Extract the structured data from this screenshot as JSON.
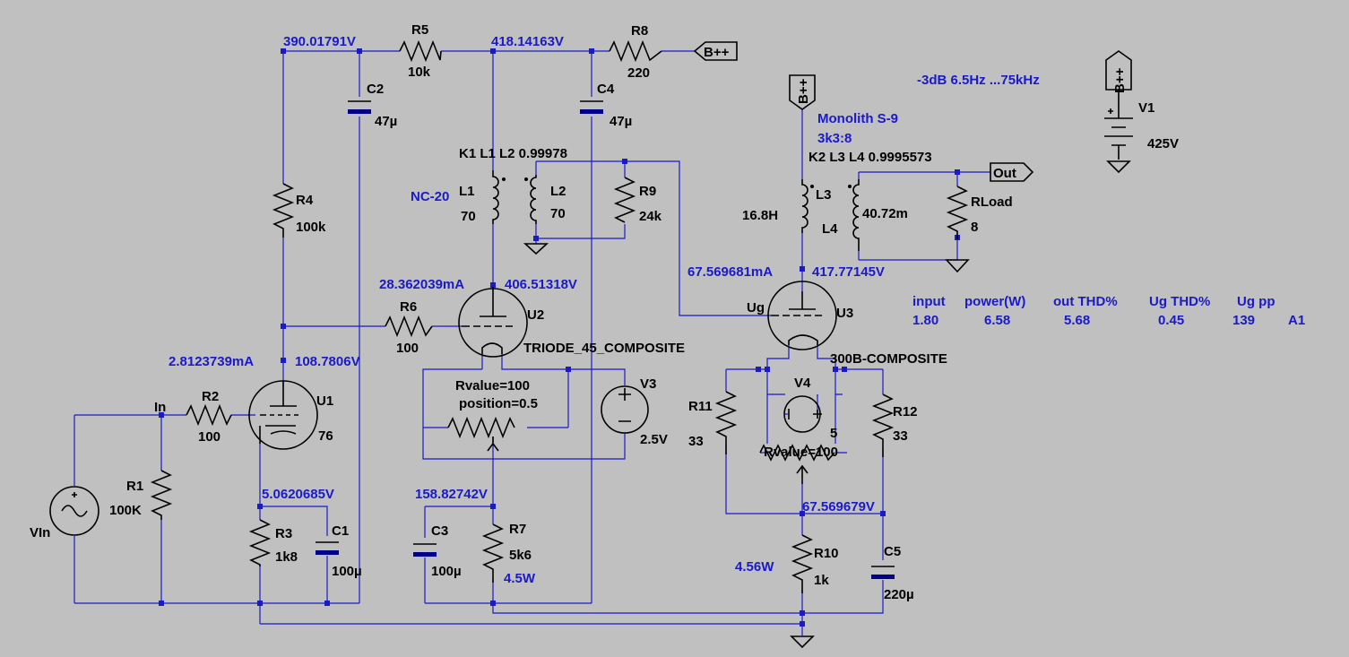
{
  "components": {
    "R1": {
      "name": "R1",
      "value": "100K"
    },
    "R2": {
      "name": "R2",
      "value": "100"
    },
    "R3": {
      "name": "R3",
      "value": "1k8"
    },
    "R4": {
      "name": "R4",
      "value": "100k"
    },
    "R5": {
      "name": "R5",
      "value": "10k"
    },
    "R6": {
      "name": "R6",
      "value": "100"
    },
    "R7": {
      "name": "R7",
      "value": "5k6",
      "power": "4.5W"
    },
    "R8": {
      "name": "R8",
      "value": "220"
    },
    "R9": {
      "name": "R9",
      "value": "24k"
    },
    "R10": {
      "name": "R10",
      "value": "1k",
      "power": "4.56W"
    },
    "R11": {
      "name": "R11",
      "value": "33"
    },
    "R12": {
      "name": "R12",
      "value": "33"
    },
    "RLoad": {
      "name": "RLoad",
      "value": "8"
    },
    "C1": {
      "name": "C1",
      "value": "100µ"
    },
    "C2": {
      "name": "C2",
      "value": "47µ"
    },
    "C3": {
      "name": "C3",
      "value": "100µ"
    },
    "C4": {
      "name": "C4",
      "value": "47µ"
    },
    "C5": {
      "name": "C5",
      "value": "220µ"
    },
    "L1": {
      "name": "L1",
      "value": "70"
    },
    "L2": {
      "name": "L2",
      "value": "70"
    },
    "L3": {
      "name": "L3",
      "value": "16.8H"
    },
    "L4": {
      "name": "L4",
      "value": "40.72m"
    },
    "U1": {
      "name": "U1",
      "value": "76"
    },
    "U2": {
      "name": "U2",
      "value": "TRIODE_45_COMPOSITE"
    },
    "U3": {
      "name": "U3",
      "value": "300B-COMPOSITE"
    },
    "V1": {
      "name": "V1",
      "value": "425V"
    },
    "V3": {
      "name": "V3",
      "value": "2.5V"
    },
    "V4": {
      "name": "V4",
      "value": "5"
    },
    "VIn": {
      "name": "VIn"
    }
  },
  "pots": {
    "p1_value": "Rvalue=100",
    "p1_position": "position=0.5",
    "p2_value": "Rvalue=100"
  },
  "directives": {
    "k1": "K1 L1 L2  0.99978",
    "k2": "K2 L3 L4 0.9995573",
    "xfmr1": "NC-20",
    "xfmr2_name": "Monolith S-9",
    "xfmr2_ratio": "3k3:8",
    "bandwidth": "-3dB 6.5Hz ...75kHz"
  },
  "nets": {
    "bpp": "B++",
    "out": "Out",
    "in": "In",
    "ug": "Ug"
  },
  "readouts": {
    "v_390": "390.01791V",
    "v_418": "418.14163V",
    "i_u2": "28.362039mA",
    "v_u2": "406.51318V",
    "i_u1": "2.8123739mA",
    "v_u1": "108.7806V",
    "v_u1k": "5.0620685V",
    "v_r7": "158.82742V",
    "i_u3": "67.569681mA",
    "v_u3": "417.77145V",
    "v_u3k": "67.569679V"
  },
  "results": {
    "headers": [
      "input",
      "power(W)",
      "out THD%",
      "Ug THD%",
      "Ug pp"
    ],
    "values": [
      "1.80",
      "6.58",
      "5.68",
      "0.45",
      "139"
    ],
    "tag": "A1"
  }
}
